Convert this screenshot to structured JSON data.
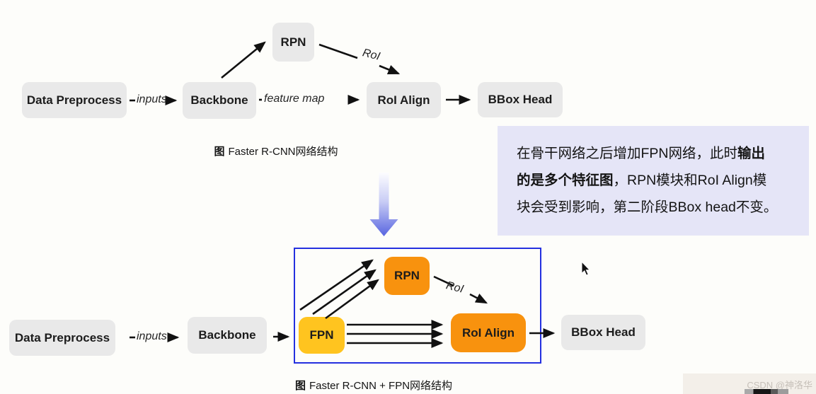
{
  "top_diagram": {
    "caption_prefix": "图",
    "caption_text": "Faster R-CNN网络结构",
    "nodes": {
      "data_preprocess": "Data Preprocess",
      "backbone": "Backbone",
      "rpn": "RPN",
      "roi_align": "RoI Align",
      "bbox_head": "BBox Head"
    },
    "edge_labels": {
      "inputs": "inputs",
      "feature_map": "feature map",
      "roi": "RoI"
    }
  },
  "bottom_diagram": {
    "caption_prefix": "图",
    "caption_text": "Faster R-CNN + FPN网络结构",
    "nodes": {
      "data_preprocess": "Data Preprocess",
      "backbone": "Backbone",
      "fpn": "FPN",
      "rpn": "RPN",
      "roi_align": "RoI Align",
      "bbox_head": "BBox Head"
    },
    "edge_labels": {
      "inputs": "inputs",
      "roi": "RoI"
    }
  },
  "note_box": {
    "line1_regular": "在骨干网络之后增加FPN网络，此时",
    "line1_bold": "输出",
    "line2_bold": "的是多个特征图",
    "line2_regular": "，RPN模块和RoI Align模",
    "line3_regular": "块会受到影响，第二阶段BBox head不变。",
    "background": "#e5e5f7"
  },
  "watermark": {
    "text": "CSDN @神洛华"
  },
  "colors": {
    "node_gray": "#e9e9e9",
    "node_gold": "#ffc41f",
    "node_orange": "#f8920e",
    "fpn_group_border": "#2430df",
    "arrow": "#111111",
    "transition_arrow_top": "#fdfdff",
    "transition_arrow_bottom": "#5865e0"
  }
}
